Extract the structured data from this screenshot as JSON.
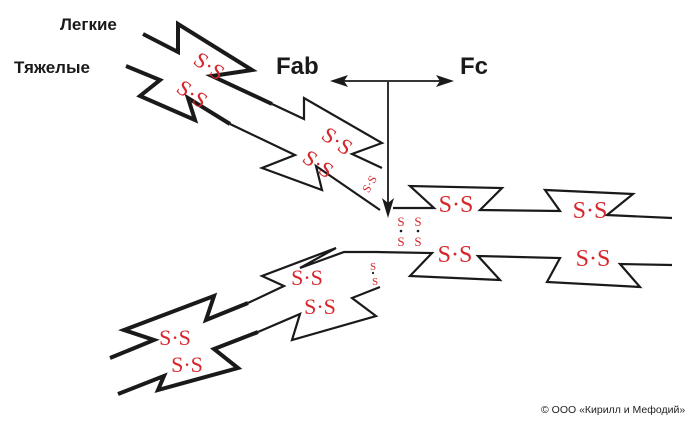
{
  "labels": {
    "light_chain": "Легкие",
    "heavy_chain": "Тяжелые",
    "fab": "Fab",
    "fc": "Fc"
  },
  "bonds": {
    "disulfide": "S·S",
    "s": "S"
  },
  "copyright": "© ООО «Кирилл и Мефодий»",
  "colors": {
    "chain": "#1a1a1a",
    "disulfide": "#d7262b",
    "background": "#ffffff"
  }
}
